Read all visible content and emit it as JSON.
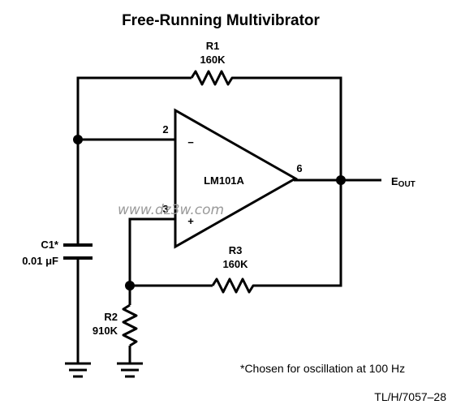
{
  "title": "Free-Running Multivibrator",
  "colors": {
    "wire": "#000000",
    "background": "#ffffff",
    "watermark": "#9a9a9a"
  },
  "components": {
    "r1": {
      "name": "R1",
      "value": "160K"
    },
    "r2": {
      "name": "R2",
      "value": "910K"
    },
    "r3": {
      "name": "R3",
      "value": "160K"
    },
    "c1": {
      "name": "C1*",
      "value": "0.01 μF"
    },
    "opamp": {
      "name": "LM101A",
      "minus": "−",
      "plus": "+"
    }
  },
  "pins": {
    "inverting": "2",
    "noninverting": "3",
    "output": "6"
  },
  "output_label": {
    "main": "E",
    "sub": "OUT"
  },
  "note": "*Chosen for oscillation at 100 Hz",
  "figure_id": "TL/H/7057–28",
  "watermark": "www.dz3w.com"
}
